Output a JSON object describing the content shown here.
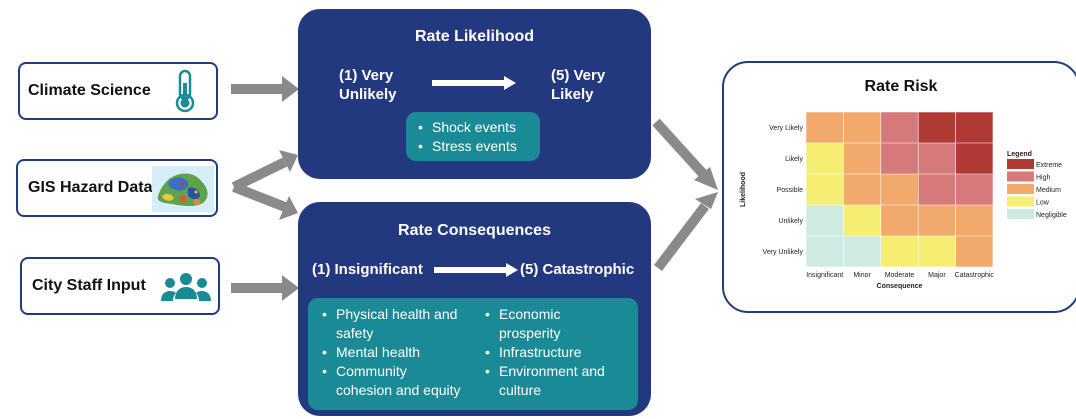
{
  "inputs": {
    "climate": {
      "label": "Climate Science",
      "icon": "thermometer-icon"
    },
    "gis": {
      "label": "GIS Hazard Data",
      "icon": "hazard-map-icon"
    },
    "staff": {
      "label": "City Staff Input",
      "icon": "people-group-icon"
    }
  },
  "likelihood": {
    "title": "Rate Likelihood",
    "low_line1": "(1) Very",
    "low_line2": "Unlikely",
    "high_line1": "(5) Very",
    "high_line2": "Likely",
    "events": [
      "Shock events",
      "Stress events"
    ]
  },
  "consequences": {
    "title": "Rate Consequences",
    "low": "(1) Insignificant",
    "high": "(5) Catastrophic",
    "left_items": [
      [
        "Physical health and",
        "safety"
      ],
      [
        "Mental health"
      ],
      [
        "Community",
        "cohesion and equity"
      ]
    ],
    "right_items": [
      [
        "Economic",
        "prosperity"
      ],
      [
        "Infrastructure"
      ],
      [
        "Environment and",
        "culture"
      ]
    ]
  },
  "risk": {
    "title": "Rate Risk",
    "y_axis_label": "Likelihood",
    "x_axis_label": "Consequence",
    "rows": [
      "Very Likely",
      "Likely",
      "Possible",
      "Unlikely",
      "Very Unlikely"
    ],
    "cols": [
      "Insignificant",
      "Minor",
      "Moderate",
      "Major",
      "Catastrophic"
    ],
    "grid": [
      [
        "Medium",
        "Medium",
        "High",
        "Extreme",
        "Extreme"
      ],
      [
        "Low",
        "Medium",
        "High",
        "High",
        "Extreme"
      ],
      [
        "Low",
        "Medium",
        "Medium",
        "High",
        "High"
      ],
      [
        "Negligible",
        "Low",
        "Medium",
        "Medium",
        "Medium"
      ],
      [
        "Negligible",
        "Negligible",
        "Low",
        "Low",
        "Medium"
      ]
    ],
    "legend_title": "Legend",
    "legend": [
      {
        "label": "Extreme",
        "color": "#b03a35"
      },
      {
        "label": "High",
        "color": "#d6797a"
      },
      {
        "label": "Medium",
        "color": "#f2aa6c"
      },
      {
        "label": "Low",
        "color": "#f4ef72"
      },
      {
        "label": "Negligible",
        "color": "#cdebe3"
      }
    ]
  },
  "colors": {
    "navy": "#22397f",
    "teal": "#1a8a96",
    "arrow_gray": "#8a8a8a",
    "thermometer": "#1a8a96",
    "people": "#1a8a96"
  }
}
